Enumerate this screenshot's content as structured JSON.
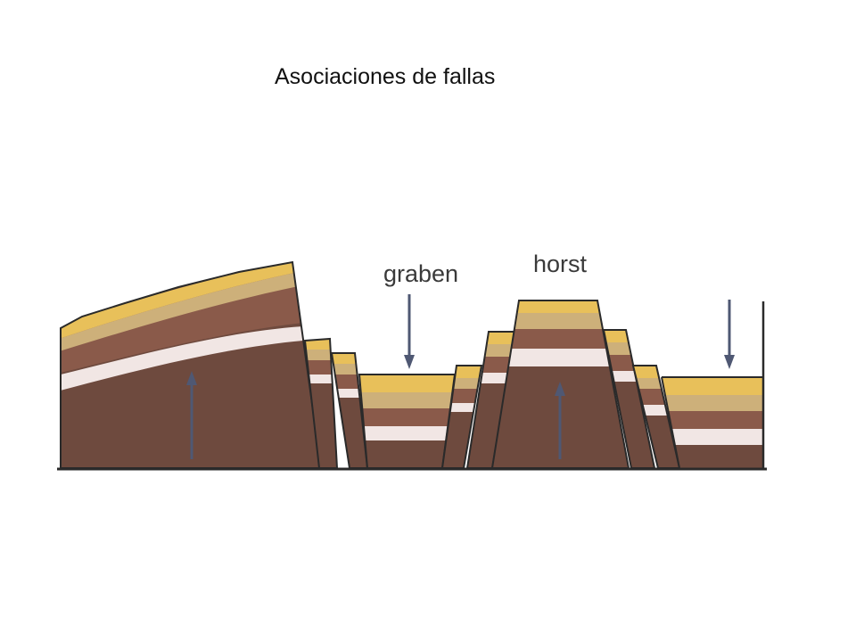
{
  "title": "Asociaciones de fallas",
  "labels": {
    "graben": "graben",
    "horst": "horst"
  },
  "colors": {
    "background": "#ffffff",
    "yellow_layer": "#e8c05a",
    "tan_layer": "#cdb07a",
    "brown_layer": "#8a5a4a",
    "white_band": "#f1e6e4",
    "bedrock": "#6e4a3e",
    "outline": "#2a2a2a",
    "arrow": "#4f5873"
  }
}
